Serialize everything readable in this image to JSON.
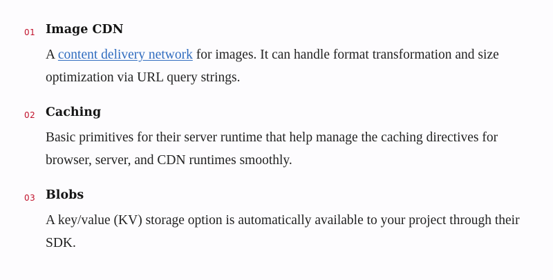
{
  "colors": {
    "number": "#c0102a",
    "link": "#2f6cbf",
    "heading": "#151515",
    "body": "#222222",
    "background": "#fdfcfe"
  },
  "items": [
    {
      "number": "01",
      "title": "Image CDN",
      "desc_before_link": "A ",
      "link_text": "content delivery network",
      "desc_after_link": " for images. It can handle format transformation and size optimization via URL query strings."
    },
    {
      "number": "02",
      "title": "Caching",
      "desc": "Basic primitives for their server runtime that help manage the caching directives for browser, server, and CDN runtimes smoothly."
    },
    {
      "number": "03",
      "title": "Blobs",
      "desc": "A key/value (KV) storage option is automatically available to your project through their SDK."
    }
  ]
}
